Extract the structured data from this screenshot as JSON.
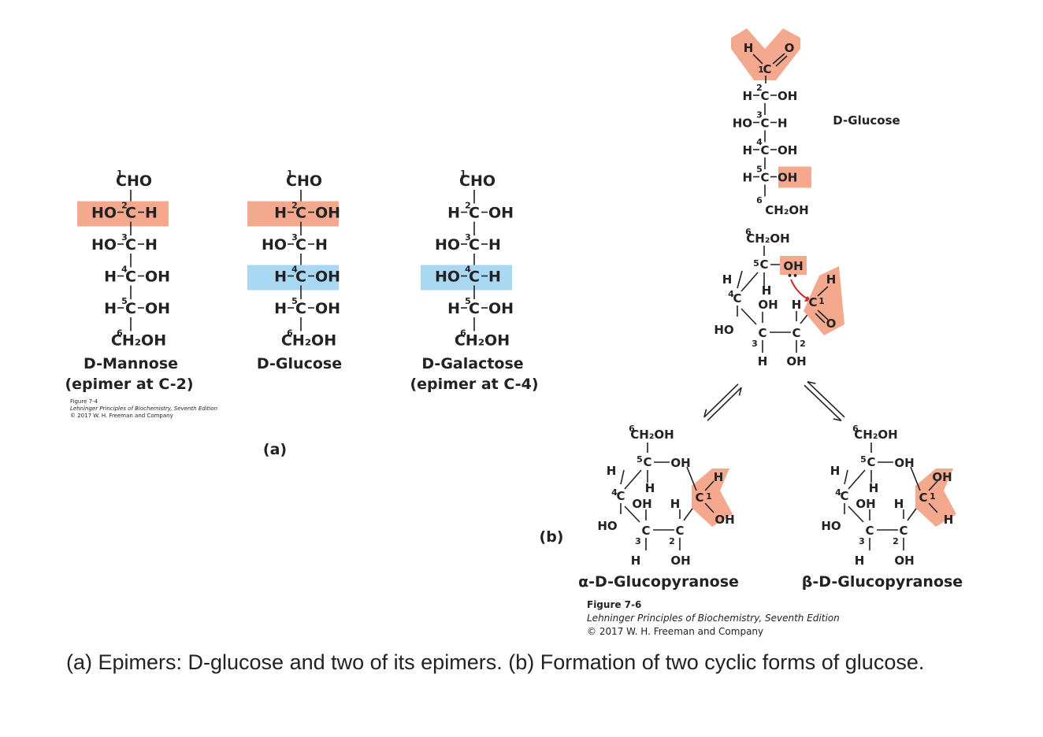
{
  "colors": {
    "highlight_salmon": "#f4a98f",
    "highlight_blue": "#a9d8f3",
    "arrow_red": "#d0202a"
  },
  "panel_a": {
    "label": "(a)",
    "chains": [
      {
        "rows": [
          {
            "num": "1",
            "left": "",
            "center": "CHO",
            "right": ""
          },
          {
            "num": "2",
            "left": "HO",
            "center": "C",
            "right": "H",
            "hl": "salmon"
          },
          {
            "num": "3",
            "left": "HO",
            "center": "C",
            "right": "H"
          },
          {
            "num": "4",
            "left": "H",
            "center": "C",
            "right": "OH"
          },
          {
            "num": "5",
            "left": "H",
            "center": "C",
            "right": "OH"
          },
          {
            "num": "6",
            "left": "",
            "center": "CH₂OH",
            "right": ""
          }
        ],
        "name": "D-Mannose",
        "subname": "(epimer at C-2)"
      },
      {
        "rows": [
          {
            "num": "1",
            "left": "",
            "center": "CHO",
            "right": ""
          },
          {
            "num": "2",
            "left": "H",
            "center": "C",
            "right": "OH",
            "hl": "salmon"
          },
          {
            "num": "3",
            "left": "HO",
            "center": "C",
            "right": "H"
          },
          {
            "num": "4",
            "left": "H",
            "center": "C",
            "right": "OH",
            "hl": "blue"
          },
          {
            "num": "5",
            "left": "H",
            "center": "C",
            "right": "OH"
          },
          {
            "num": "6",
            "left": "",
            "center": "CH₂OH",
            "right": ""
          }
        ],
        "name": "D-Glucose",
        "subname": ""
      },
      {
        "rows": [
          {
            "num": "1",
            "left": "",
            "center": "CHO",
            "right": ""
          },
          {
            "num": "2",
            "left": "H",
            "center": "C",
            "right": "OH"
          },
          {
            "num": "3",
            "left": "HO",
            "center": "C",
            "right": "H"
          },
          {
            "num": "4",
            "left": "HO",
            "center": "C",
            "right": "H",
            "hl": "blue"
          },
          {
            "num": "5",
            "left": "H",
            "center": "C",
            "right": "OH"
          },
          {
            "num": "6",
            "left": "",
            "center": "CH₂OH",
            "right": ""
          }
        ],
        "name": "D-Galactose",
        "subname": "(epimer at C-4)"
      }
    ],
    "figure_credit": [
      "Figure 7-4",
      "Lehninger Principles of Biochemistry, Seventh Edition",
      "© 2017 W. H. Freeman and Company"
    ]
  },
  "panel_b": {
    "label": "(b)",
    "open_chain": {
      "aldehyde": {
        "h": "H",
        "o": "O",
        "c": "C",
        "num": "1"
      },
      "rows": [
        {
          "num": "2",
          "left": "H",
          "center": "C",
          "right": "OH"
        },
        {
          "num": "3",
          "left": "HO",
          "center": "C",
          "right": "H"
        },
        {
          "num": "4",
          "left": "H",
          "center": "C",
          "right": "OH"
        },
        {
          "num": "5",
          "left": "H",
          "center": "C",
          "right": "OH",
          "hl": "salmon"
        },
        {
          "num": "6",
          "left": "",
          "center": "CH₂OH",
          "right": ""
        }
      ],
      "name": "D-Glucose"
    },
    "anomers": [
      {
        "name": "α-D-Glucopyranose",
        "c1_up": "H",
        "c1_down": "OH"
      },
      {
        "name": "β-D-Glucopyranose",
        "c1_up": "OH",
        "c1_down": "H"
      }
    ],
    "ring_labels": {
      "ch2oh": "CH₂OH",
      "c": "C",
      "h": "H",
      "oh": "OH",
      "ho": "HO",
      "o": "O"
    },
    "figure_credit": [
      "Figure 7-6",
      "Lehninger Principles of Biochemistry, Seventh Edition",
      "© 2017 W. H. Freeman and Company"
    ]
  },
  "caption": "(a) Epimers: D-glucose and two of its epimers. (b) Formation of two cyclic forms of glucose."
}
